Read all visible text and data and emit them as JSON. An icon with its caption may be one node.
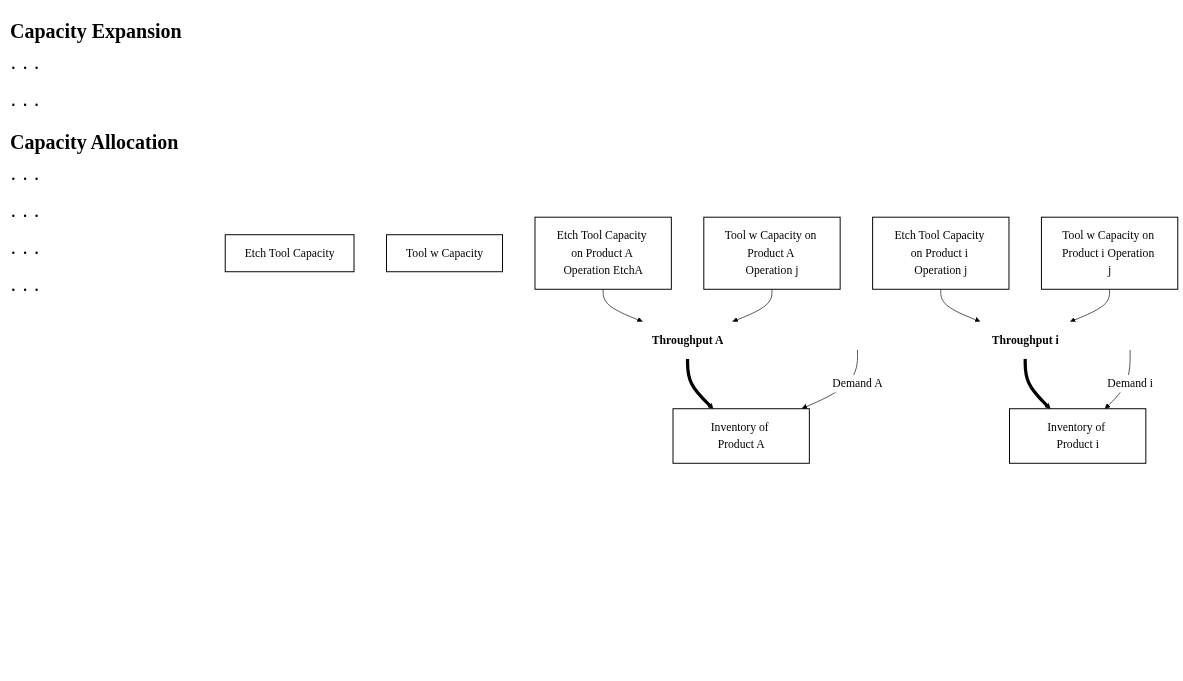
{
  "diagram": {
    "nodes": [
      {
        "text": [
          "Etch Tool Capacity"
        ]
      },
      {
        "text": [
          "Tool w Capacity"
        ]
      },
      {
        "text": [
          "Etch Tool Capacity on Product A Operation EtchA"
        ]
      },
      {
        "text": [
          "Etch Tool Capacity on Product i Operation j"
        ]
      },
      {
        "text": [
          "Tool w Capacity on Product A Operation j"
        ]
      },
      {
        "text": [
          "Tool w Capacity on Product i Operation j"
        ]
      },
      {
        "text": [
          "Throughput A"
        ]
      },
      {
        "text": [
          "Throughput i"
        ]
      },
      {
        "text": [
          "Inventory of Product A"
        ]
      },
      {
        "text": [
          "Inventory of Product i"
        ]
      }
    ],
    "edges": [
      {
        "from": 2,
        "to": 6,
        "arrow": "to"
      },
      {
        "from": 4,
        "to": 6,
        "arrow": "to"
      },
      {
        "from": 3,
        "to": 7,
        "arrow": "to"
      },
      {
        "from": 5,
        "to": 7,
        "arrow": "to"
      },
      {
        "from": 6,
        "to": 8,
        "arrow": "to",
        "style": "thick"
      },
      {
        "from": 7,
        "to": 9,
        "arrow": "to",
        "style": "thick"
      },
      {
        "from": null,
        "to": 8,
        "arrow": "to",
        "label": "Demand A"
      },
      {
        "from": null,
        "to": 9,
        "arrow": "to",
        "label": "Demand i"
      }
    ],
    "labels": [
      "Capacity Expansion",
      "· · ·",
      "· · ·",
      "Capacity Allocation",
      "· · ·",
      "· · ·",
      "· · ·",
      "· · ·"
    ]
  }
}
